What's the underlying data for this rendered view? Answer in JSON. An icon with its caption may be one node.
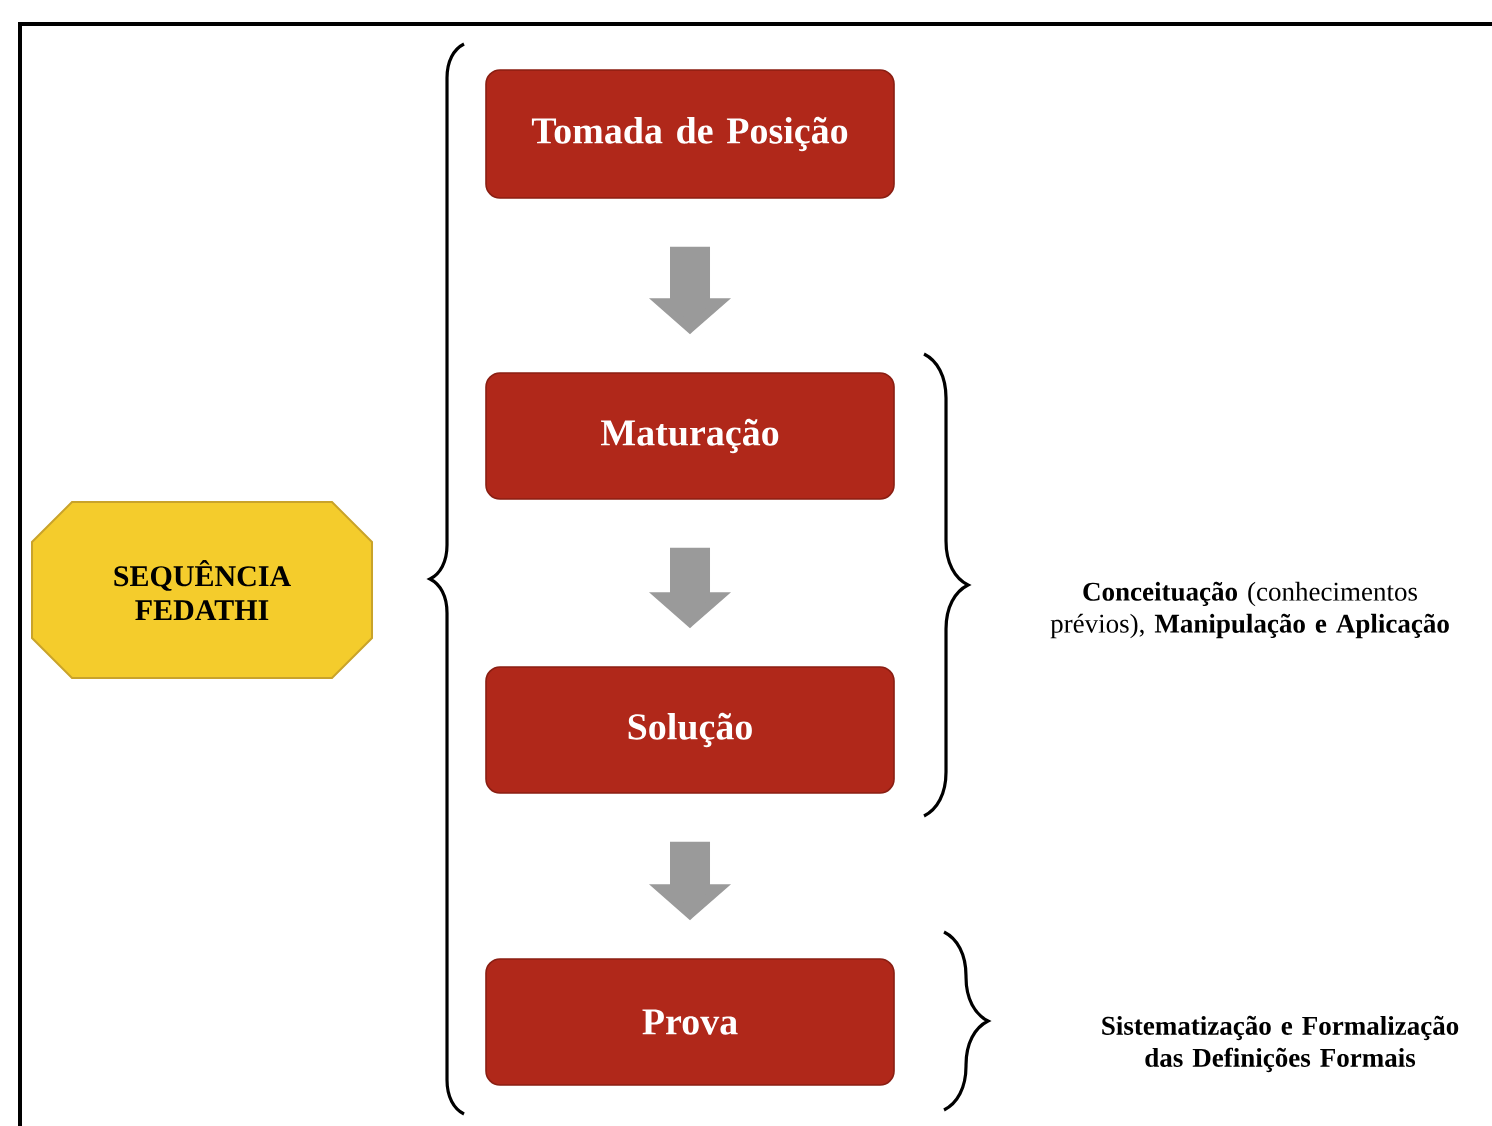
{
  "diagram": {
    "nodes": [
      {
        "text": [
          "SEQUÊNCIA FEDATHI"
        ]
      },
      {
        "text": [
          "Tomada de Posição"
        ]
      },
      {
        "text": [
          "Maturação"
        ]
      },
      {
        "text": [
          "Solução"
        ]
      },
      {
        "text": [
          "Prova"
        ]
      }
    ],
    "edges": [
      {
        "from": 1,
        "to": 2,
        "arrow": "to"
      },
      {
        "from": 2,
        "to": 3,
        "arrow": "to"
      },
      {
        "from": 3,
        "to": 4,
        "arrow": "to"
      }
    ],
    "labels": [
      "**Conceituação** (conhecimentos prévios), **Manipulação e Aplicação**",
      "Sistematização e Formalização das Definições Formais"
    ]
  }
}
